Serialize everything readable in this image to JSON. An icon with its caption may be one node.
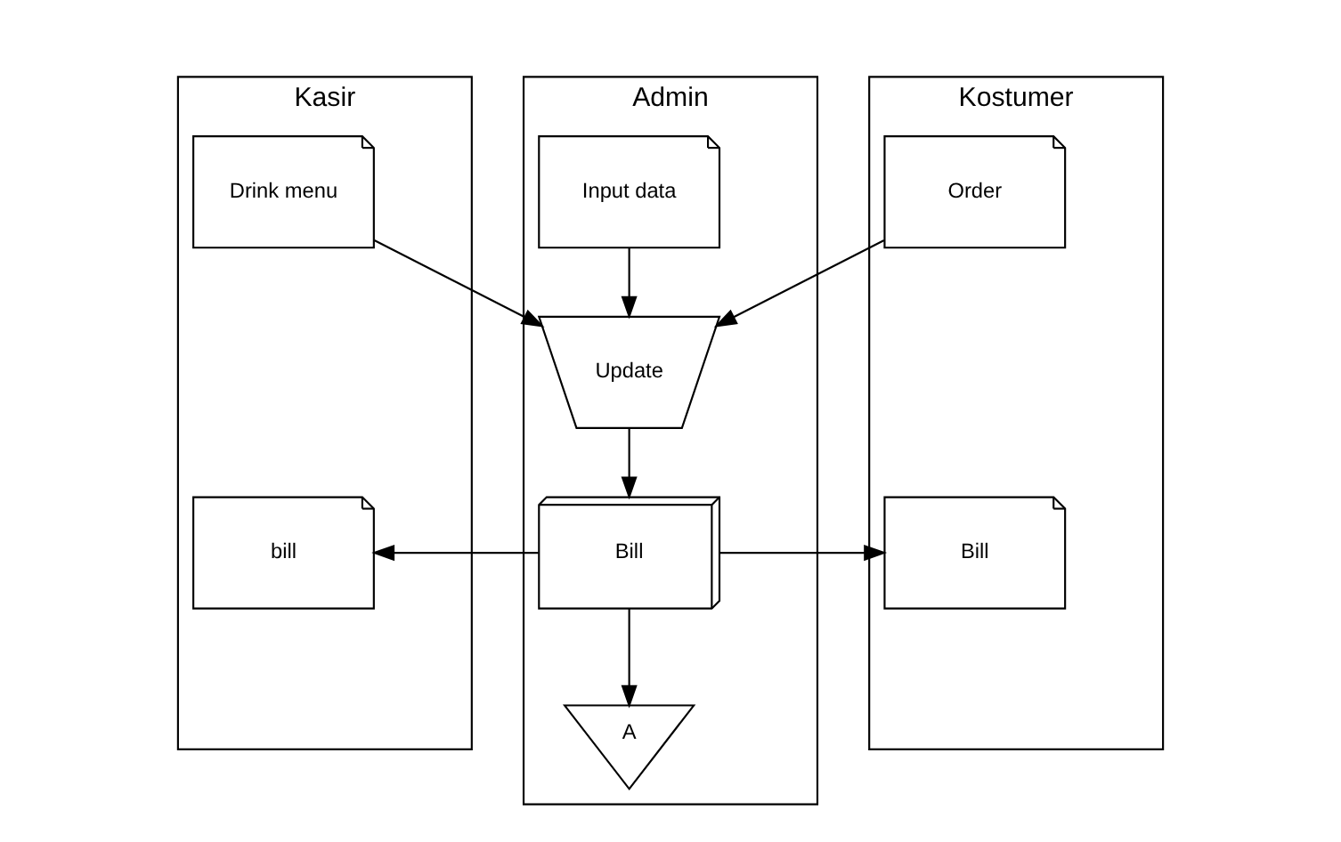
{
  "diagram": {
    "nodes": [
      {
        "text": [
          "Kasir"
        ]
      },
      {
        "text": [
          "Admin"
        ]
      },
      {
        "text": [
          "Kostumer"
        ]
      },
      {
        "text": [
          "Drink menu"
        ],
        "in": 0
      },
      {
        "text": [
          "Input data"
        ],
        "in": 1
      },
      {
        "text": [
          "Order"
        ],
        "in": 2
      },
      {
        "text": [
          "Update"
        ],
        "in": 1
      },
      {
        "text": [
          "bill"
        ],
        "in": 0
      },
      {
        "text": [
          "Bill"
        ],
        "in": 1
      },
      {
        "text": [
          "Bill"
        ],
        "in": 2
      },
      {
        "text": [
          "A"
        ],
        "in": 1
      }
    ],
    "edges": [
      {
        "from": 3,
        "to": 6,
        "arrow": "to"
      },
      {
        "from": 4,
        "to": 6,
        "arrow": "to"
      },
      {
        "from": 5,
        "to": 6,
        "arrow": "to"
      },
      {
        "from": 6,
        "to": 8,
        "arrow": "to"
      },
      {
        "from": 8,
        "to": 7,
        "arrow": "to"
      },
      {
        "from": 8,
        "to": 9,
        "arrow": "to"
      },
      {
        "from": 8,
        "to": 10,
        "arrow": "to"
      }
    ]
  }
}
